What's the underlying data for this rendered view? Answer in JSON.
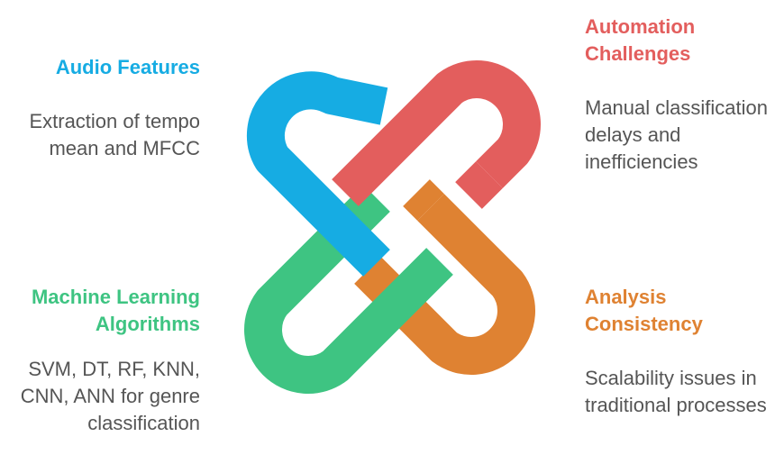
{
  "colors": {
    "audio": "#16ace3",
    "automation": "#e35e5d",
    "machine_learning": "#3ec482",
    "analysis": "#df8232",
    "description_text": "#555555"
  },
  "audio_features": {
    "title": "Audio Features",
    "description": "Extraction of tempo mean and MFCC"
  },
  "automation_challenges": {
    "title": "Automation Challenges",
    "description": "Manual classification delays and inefficiencies"
  },
  "machine_learning": {
    "title": "Machine Learning Algorithms",
    "description": "SVM, DT, RF, KNN, CNN, ANN for genre classification"
  },
  "analysis_consistency": {
    "title": "Analysis Consistency",
    "description": "Scalability issues in traditional processes"
  }
}
